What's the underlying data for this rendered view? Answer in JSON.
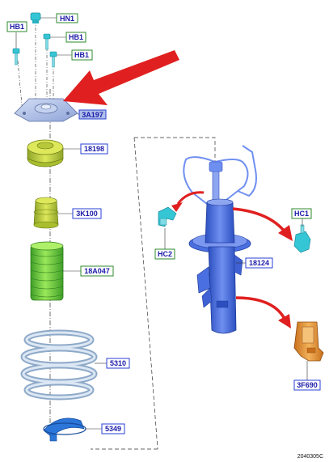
{
  "diagram": {
    "reference": "2040305C",
    "colors": {
      "label_text": "#1a1aa8",
      "blue_box_border": "#2a3fd6",
      "green_box_border": "#2e8a2e",
      "part_cyan": "#35c6d6",
      "part_lightblue": "#aebfe8",
      "part_yellowgreen": "#c8d83a",
      "part_green": "#7fd640",
      "part_spring": "#b8cfe6",
      "part_strut": "#4a6fe0",
      "part_orange": "#e89a3a",
      "arrow_red": "#e02020"
    },
    "labels": [
      {
        "id": "hn1",
        "text": "HN1",
        "box": "green"
      },
      {
        "id": "hb1a",
        "text": "HB1",
        "box": "green"
      },
      {
        "id": "hb1b",
        "text": "HB1",
        "box": "green"
      },
      {
        "id": "hb1c",
        "text": "HB1",
        "box": "green"
      },
      {
        "id": "p3a197",
        "text": "3A197",
        "box": "blue"
      },
      {
        "id": "p18198",
        "text": "18198",
        "box": "blue"
      },
      {
        "id": "p3k100",
        "text": "3K100",
        "box": "blue"
      },
      {
        "id": "p18a047",
        "text": "18A047",
        "box": "green"
      },
      {
        "id": "p5310",
        "text": "5310",
        "box": "blue"
      },
      {
        "id": "p5349",
        "text": "5349",
        "box": "blue"
      },
      {
        "id": "p18124",
        "text": "18124",
        "box": "blue"
      },
      {
        "id": "hc2",
        "text": "HC2",
        "box": "green"
      },
      {
        "id": "hc1",
        "text": "HC1",
        "box": "green"
      },
      {
        "id": "p3f690",
        "text": "3F690",
        "box": "blue"
      }
    ]
  }
}
